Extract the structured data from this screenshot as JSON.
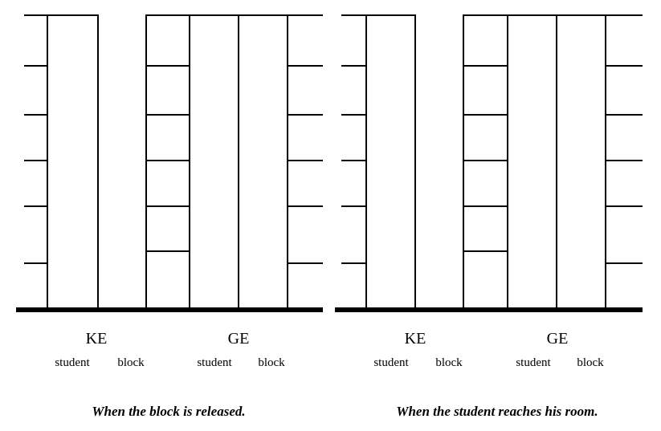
{
  "figure": {
    "type": "energy-bar-chart-pair",
    "background": "#ffffff",
    "ink_color": "#000000"
  },
  "chart_data": {
    "type": "bar",
    "title": "",
    "xlabel": "",
    "ylabel": "",
    "grid": true,
    "legend": "none",
    "y_axis": {
      "unit": "energy units",
      "min": 0,
      "max": 7,
      "tick_count": 6,
      "tick_values": [
        1,
        2,
        3,
        4,
        5,
        6
      ],
      "tick_labels_shown": false
    },
    "panels": [
      {
        "id": "panel-left",
        "caption": "When the block is released.",
        "groups": [
          {
            "name": "KE",
            "bars": [
              {
                "label": "student",
                "value": 7,
                "subdivided": false,
                "divisions": 0
              },
              {
                "label": "block",
                "value": 7,
                "subdivided": true,
                "divisions": 6
              }
            ]
          },
          {
            "name": "GE",
            "bars": [
              {
                "label": "student",
                "value": 7,
                "subdivided": false,
                "divisions": 0
              },
              {
                "label": "block",
                "value": 7,
                "subdivided": false,
                "divisions": 0
              }
            ]
          }
        ]
      },
      {
        "id": "panel-right",
        "caption": "When the student reaches his room.",
        "groups": [
          {
            "name": "KE",
            "bars": [
              {
                "label": "student",
                "value": 7,
                "subdivided": false,
                "divisions": 0
              },
              {
                "label": "block",
                "value": 7,
                "subdivided": true,
                "divisions": 6
              }
            ]
          },
          {
            "name": "GE",
            "bars": [
              {
                "label": "student",
                "value": 7,
                "subdivided": false,
                "divisions": 0
              },
              {
                "label": "block",
                "value": 7,
                "subdivided": false,
                "divisions": 0
              }
            ]
          }
        ]
      }
    ]
  },
  "panels": {
    "left": {
      "group_labels": {
        "ke": "KE",
        "ge": "GE"
      },
      "sub_labels": {
        "ke_student": "student",
        "ke_block": "block",
        "ge_student": "student",
        "ge_block": "block"
      },
      "caption": "When the block is released."
    },
    "right": {
      "group_labels": {
        "ke": "KE",
        "ge": "GE"
      },
      "sub_labels": {
        "ke_student": "student",
        "ke_block": "block",
        "ge_student": "student",
        "ge_block": "block"
      },
      "caption": "When the student reaches his room."
    }
  }
}
